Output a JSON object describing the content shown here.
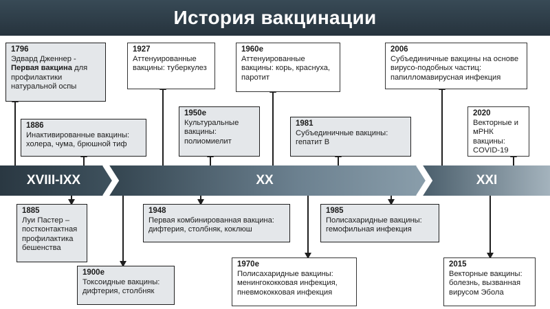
{
  "title": "История вакцинации",
  "eras": [
    "XVIII-IXX",
    "XX",
    "XXI"
  ],
  "events": {
    "e1796": {
      "year": "1796",
      "t1": "Эдвард Дженнер -",
      "bold": "Первая вакцина",
      "t2": " для профилактики натуральной оспы"
    },
    "e1886": {
      "year": "1886",
      "text": "Инактивированные вакцины: холера, чума, брюшной тиф"
    },
    "e1927": {
      "year": "1927",
      "text": "Аттенуированные вакцины: туберкулез"
    },
    "e1950": {
      "year": "1950е",
      "text": "Культуральные вакцины: полиомиелит"
    },
    "e1960": {
      "year": "1960е",
      "text": "Аттенуированные вакцины: корь, краснуха, паротит"
    },
    "e1981": {
      "year": "1981",
      "text": "Субъединичные вакцины: гепатит В"
    },
    "e2006": {
      "year": "2006",
      "text": "Субъединичные вакцины на основе вирусо-подобных частиц: папилломавирусная инфекция"
    },
    "e2020": {
      "year": "2020",
      "text": "Векторные и мРНК вакцины: COVID-19"
    },
    "e1885": {
      "year": "1885",
      "text": "Луи Пастер – постконтактная профилактика бешенства"
    },
    "e1900": {
      "year": "1900е",
      "text": "Токсоидные вакцины: дифтерия, столбняк"
    },
    "e1948": {
      "year": "1948",
      "text": "Первая комбинированная вакцина: дифтерия, столбняк, коклюш"
    },
    "e1970": {
      "year": "1970е",
      "text": "Полисахаридные вакцины: менингококковая инфекция, пневмококковая инфекция"
    },
    "e1985": {
      "year": "1985",
      "text": "Полисахаридные вакцины: гемофильная инфекция"
    },
    "e2015": {
      "year": "2015",
      "text": "Векторные вакцины: болезнь, вызванная вирусом Эбола"
    }
  }
}
